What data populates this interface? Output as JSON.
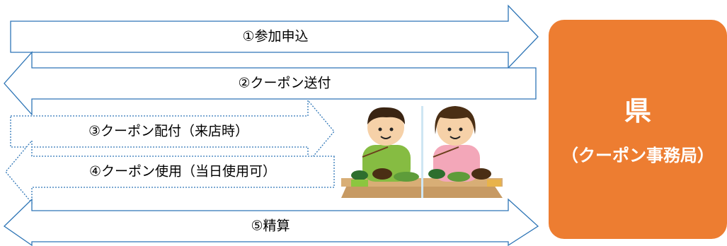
{
  "arrows": [
    {
      "label": "①参加申込"
    },
    {
      "label": "②クーポン送付"
    },
    {
      "label": "③クーポン配付（来店時）"
    },
    {
      "label": "④クーポン使用（当日使用可）"
    },
    {
      "label": "⑤精算"
    }
  ],
  "office": {
    "title": "県",
    "subtitle": "（クーポン事務局）"
  },
  "colors": {
    "office_fill": "#ED7D31",
    "arrow_stroke": "#2E75B6"
  },
  "illustration": {
    "icon": "restaurant-diners-icon"
  }
}
